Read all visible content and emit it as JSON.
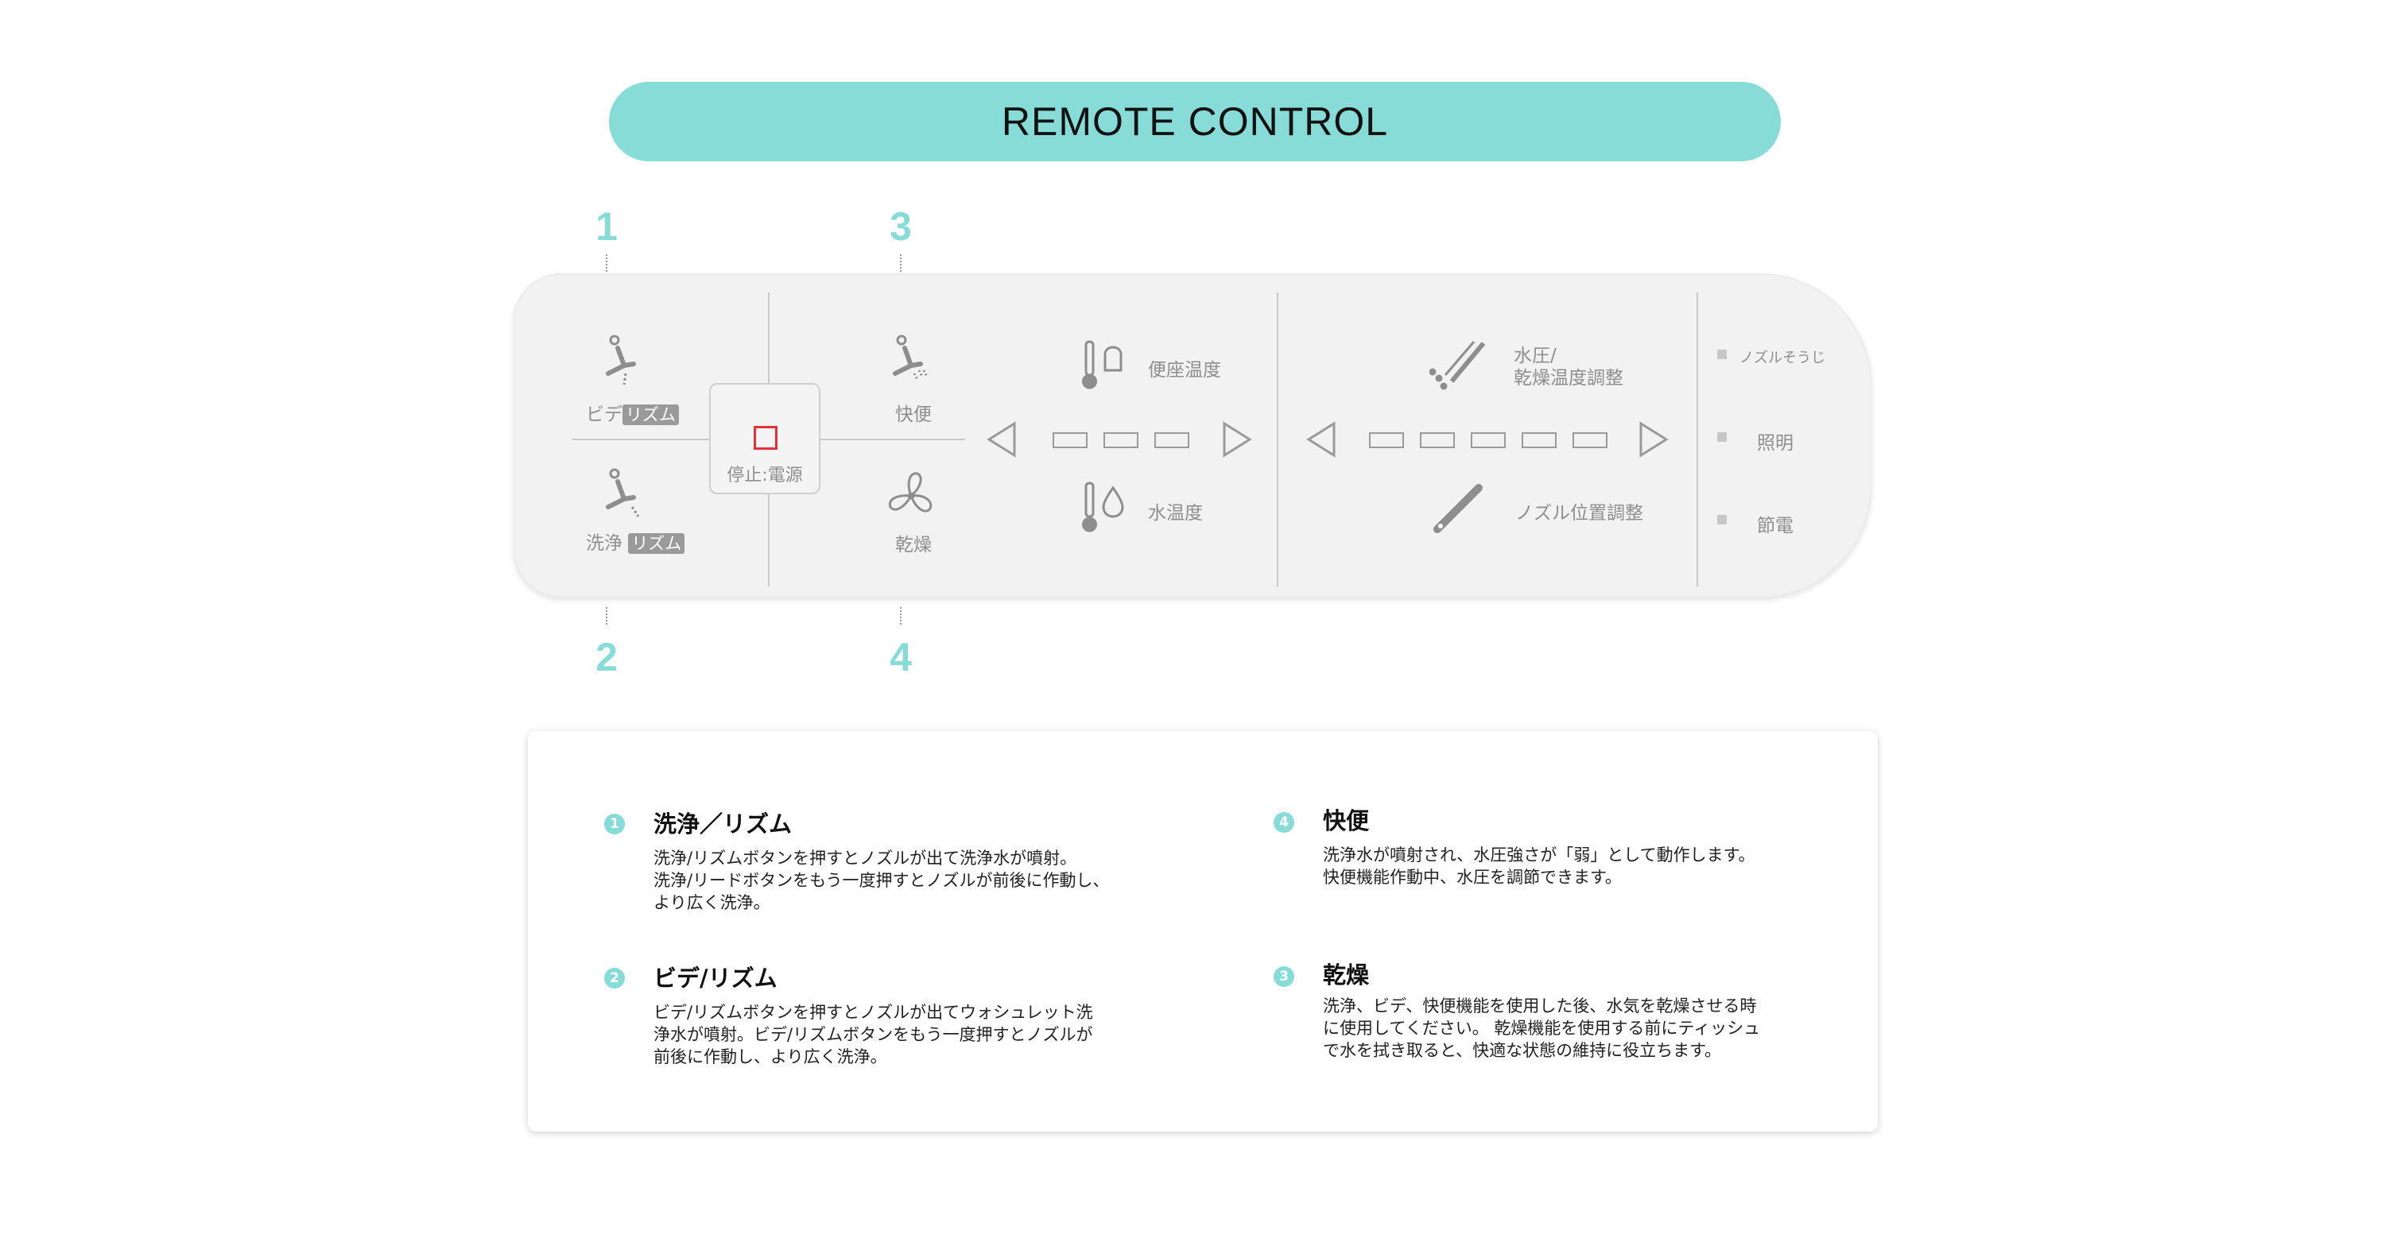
{
  "header": {
    "title": "REMOTE CONTROL"
  },
  "callouts": [
    "1",
    "2",
    "3",
    "4"
  ],
  "remote": {
    "bidet_label": "ビデ",
    "bidet_tag": "リズム",
    "wash_label": "洗浄",
    "wash_tag": "リズム",
    "stop_label": "停止:電源",
    "comfort_label": "快便",
    "dry_label": "乾燥",
    "seat_temp_label": "便座温度",
    "water_temp_label": "水温度",
    "pressure_label_line1": "水圧/",
    "pressure_label_line2": "乾燥温度調整",
    "nozzle_label": "ノズル位置調整",
    "nozzle_clean_label": "ノズルそうじ",
    "light_label": "照明",
    "power_save_label": "節電"
  },
  "info": {
    "sections": [
      {
        "badge": "1",
        "title": "洗浄／リズム",
        "desc": "洗浄/リズムボタンを押すとノズルが出て洗浄水が噴射。\n洗浄/リードボタンをもう一度押すとノズルが前後に作動し、\nより広く洗浄。"
      },
      {
        "badge": "2",
        "title": "ビデ/リズム",
        "desc": "ビデ/リズムボタンを押すとノズルが出てウォシュレット洗\n浄水が噴射。ビデ/リズムボタンをもう一度押すとノズルが\n前後に作動し、より広く洗浄。"
      },
      {
        "badge": "4",
        "title": "快便",
        "desc": "洗浄水が噴射され、水圧強さが「弱」として動作します。\n快便機能作動中、水圧を調節できます。"
      },
      {
        "badge": "3",
        "title": "乾燥",
        "desc": "洗浄、ビデ、快便機能を使用した後、水気を乾燥させる時\nに使用してください。 乾燥機能を使用する前にティッシュ\nで水を拭き取ると、快適な状態の維持に役立ちます。"
      }
    ]
  },
  "colors": {
    "accent": "#88dcd8",
    "stop": "#e8303a",
    "panel": "#f2f2f2"
  }
}
